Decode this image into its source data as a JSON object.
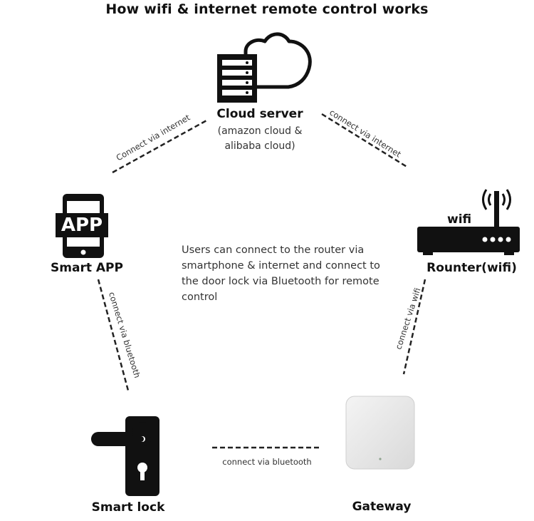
{
  "title": "How wifi & internet remote control works",
  "nodes": {
    "cloud": {
      "label": "Cloud server",
      "sub_line1": "(amazon cloud &",
      "sub_line2": "alibaba cloud)"
    },
    "app": {
      "label": "Smart APP",
      "icon_text": "APP"
    },
    "router": {
      "label": "Rounter(wifi)",
      "icon_text": "wifi"
    },
    "lock": {
      "label": "Smart lock"
    },
    "gateway": {
      "label": "Gateway"
    }
  },
  "center_text": "Users can connect to the router via smartphone & internet and connect to the door lock via Bluetooth for remote control",
  "edges": {
    "app_cloud": "Connect via internet",
    "cloud_router": "connect via internet",
    "app_lock": "connect via bluetooth",
    "router_gateway": "connect via wifi",
    "lock_gateway": "connect via bluetooth"
  }
}
